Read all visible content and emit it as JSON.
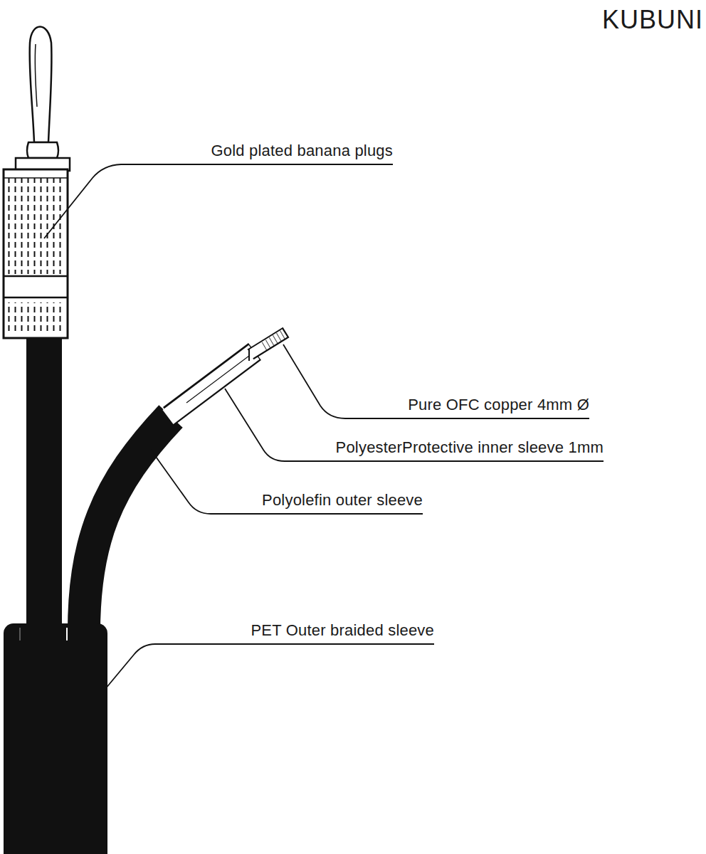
{
  "diagram": {
    "labels": [
      "KUBUNI",
      "Gold plated banana plugs",
      "Pure OFC copper 4mm Ø",
      "PolyesterProtective inner sleeve 1mm",
      "Polyolefin outer sleeve",
      "PET Outer braided sleeve"
    ]
  }
}
